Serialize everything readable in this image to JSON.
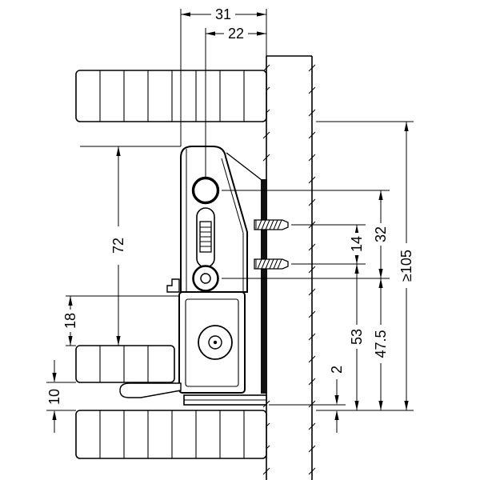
{
  "dimensions": {
    "d31": "31",
    "d22": "22",
    "d72": "72",
    "d18": "18",
    "d10": "10",
    "d14": "14",
    "d32": "32",
    "d53": "53",
    "d47_5": "47.5",
    "d2": "2",
    "d105_min": "≥105"
  }
}
